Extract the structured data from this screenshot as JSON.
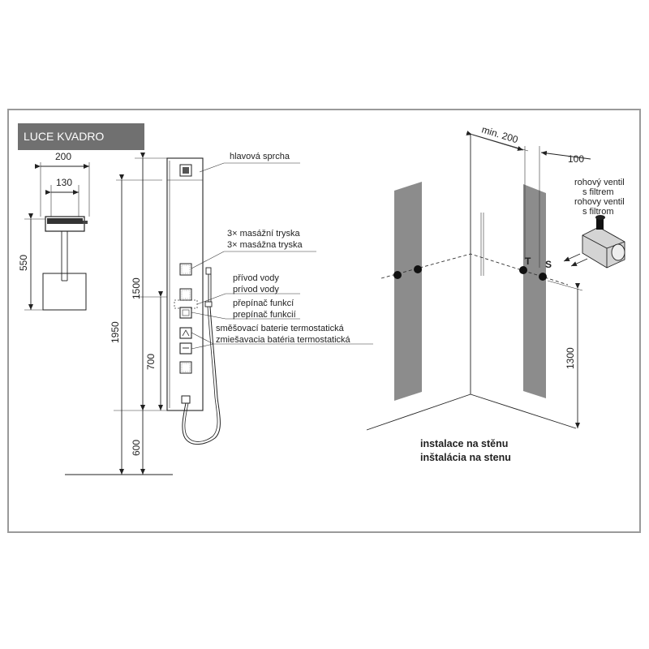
{
  "product_name": "LUCE KVADRO",
  "colors": {
    "title_bg": "#707070",
    "frame": "#9a9a9a",
    "stripe": "#8c8c8c",
    "ink": "#222222"
  },
  "top_view": {
    "width_label": "200",
    "inner_label": "130",
    "depth_label": "550"
  },
  "side_view": {
    "total_height": "1950",
    "upper_height": "1500",
    "mixer_height": "700",
    "floor_height": "600"
  },
  "callouts": {
    "head_shower": "hlavová sprcha",
    "jets_cz": "3× masážní tryska",
    "jets_sk": "3× masážna tryska",
    "water_inlet_cz": "přívod vody",
    "water_inlet_sk": "prívod vody",
    "switch_cz": "přepínač funkcí",
    "switch_sk": "prepínač funkcií",
    "mixer_cz": "směšovací baterie termostatická",
    "mixer_sk": "zmiešavacia batéria termostatická"
  },
  "wall_install": {
    "min_label": "min. 200",
    "offset_label": "100",
    "height_label": "1300",
    "valve_cz_1": "rohový ventil",
    "valve_cz_2": "s filtrem",
    "valve_sk_1": "rohovy ventil",
    "valve_sk_2": "s filtrom",
    "t_label": "T",
    "s_label": "S",
    "caption_cz": "instalace  na stěnu",
    "caption_sk": "inštalácia  na stenu"
  }
}
